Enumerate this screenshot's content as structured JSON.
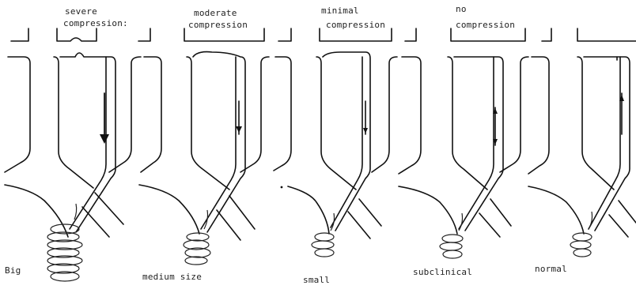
{
  "panels": [
    {
      "top_label": [
        "severe",
        "compression:"
      ],
      "bottom_label": "Big"
    },
    {
      "top_label": [
        "moderate",
        "compression"
      ],
      "bottom_label": "medium size"
    },
    {
      "top_label": [
        "minimal",
        "compression"
      ],
      "bottom_label": "small"
    },
    {
      "top_label": [
        "no",
        "compression"
      ],
      "bottom_label": "subclinical"
    },
    {
      "top_label": [],
      "bottom_label": "normal"
    }
  ]
}
